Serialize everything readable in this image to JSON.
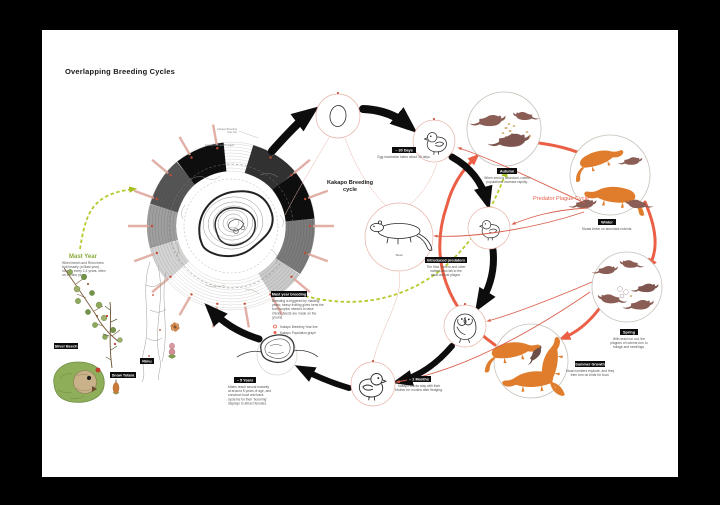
{
  "page": {
    "title": "Overlapping Breeding Cycles"
  },
  "cycles": {
    "kakapo": {
      "label_line1": "Kakapo Breeding",
      "label_line2": "cycle"
    },
    "predator": {
      "label": "Predator Plague Cycle"
    }
  },
  "mast": {
    "heading": "Mast Year",
    "body": [
      "When beech and Rimu trees",
      "fruit heavily (a Mast year),",
      "roughly every 2-4 years, often",
      "on El Nino years."
    ],
    "plants": {
      "silver_beech": "Silver Beech",
      "snow_totara": "Snow Totara",
      "rimu": "Rimu"
    }
  },
  "annotations": {
    "breeding_line": [
      "Kakapo Breeding",
      "Year line"
    ],
    "population_graph": "Kakapo Population graph",
    "stoat": "Stoat"
  },
  "badges": {
    "days30": {
      "label": "~ 30 Days",
      "caption": [
        "Egg incubation takes about 30 days."
      ]
    },
    "autumn": {
      "label": "Autumn",
      "caption": [
        "When seed is abundant, rodent",
        "populations increase rapidly."
      ]
    },
    "winter": {
      "label": "Winter",
      "caption": [
        "Stoats thrive on abundant rodents."
      ]
    },
    "introduced": {
      "label": "Introduced predators",
      "caption": [
        "The Kiwi, Kereru and other",
        "natives also fall to the",
        "stoat and rat plague."
      ]
    },
    "mast_breeding": {
      "label": "Mast year breeding",
      "caption": [
        "Breeding is triggered by masting",
        "years; heavy fruiting gives hens the",
        "food surplus needed to raise",
        "chicks. Nests are made on the",
        "ground."
      ],
      "legend": [
        {
          "label": "Kakapo Breeding Year line"
        },
        {
          "label": "Kakapo Population graph"
        }
      ]
    },
    "months2": {
      "label": "~ 2 Months",
      "caption": [
        "Kakapo chicks stay with their",
        "Mother for months after fledging."
      ]
    },
    "years5": {
      "label": "~ 5 Years",
      "caption": [
        "Males reach sexual maturity",
        "at around 5 years of age, and",
        "construct bowl and track",
        "systems for their 'booming'",
        "displays to attract females."
      ]
    },
    "spring": {
      "label": "Spring",
      "caption": [
        "With seed run out, the",
        "plagues of rodents turn to",
        "foliage and seedlings."
      ]
    },
    "summer": {
      "label": "Summer Growth",
      "caption": [
        "Stoat numbers explode, and they",
        "then turn on birds for food."
      ]
    }
  },
  "colors": {
    "salmon": "#e8604a",
    "yellow_green": "#b8c92e",
    "mast_green": "#8aab3c",
    "rodent_brown": "#8a5d55",
    "stoat_orange": "#e07d2c",
    "ink": "#111111"
  }
}
